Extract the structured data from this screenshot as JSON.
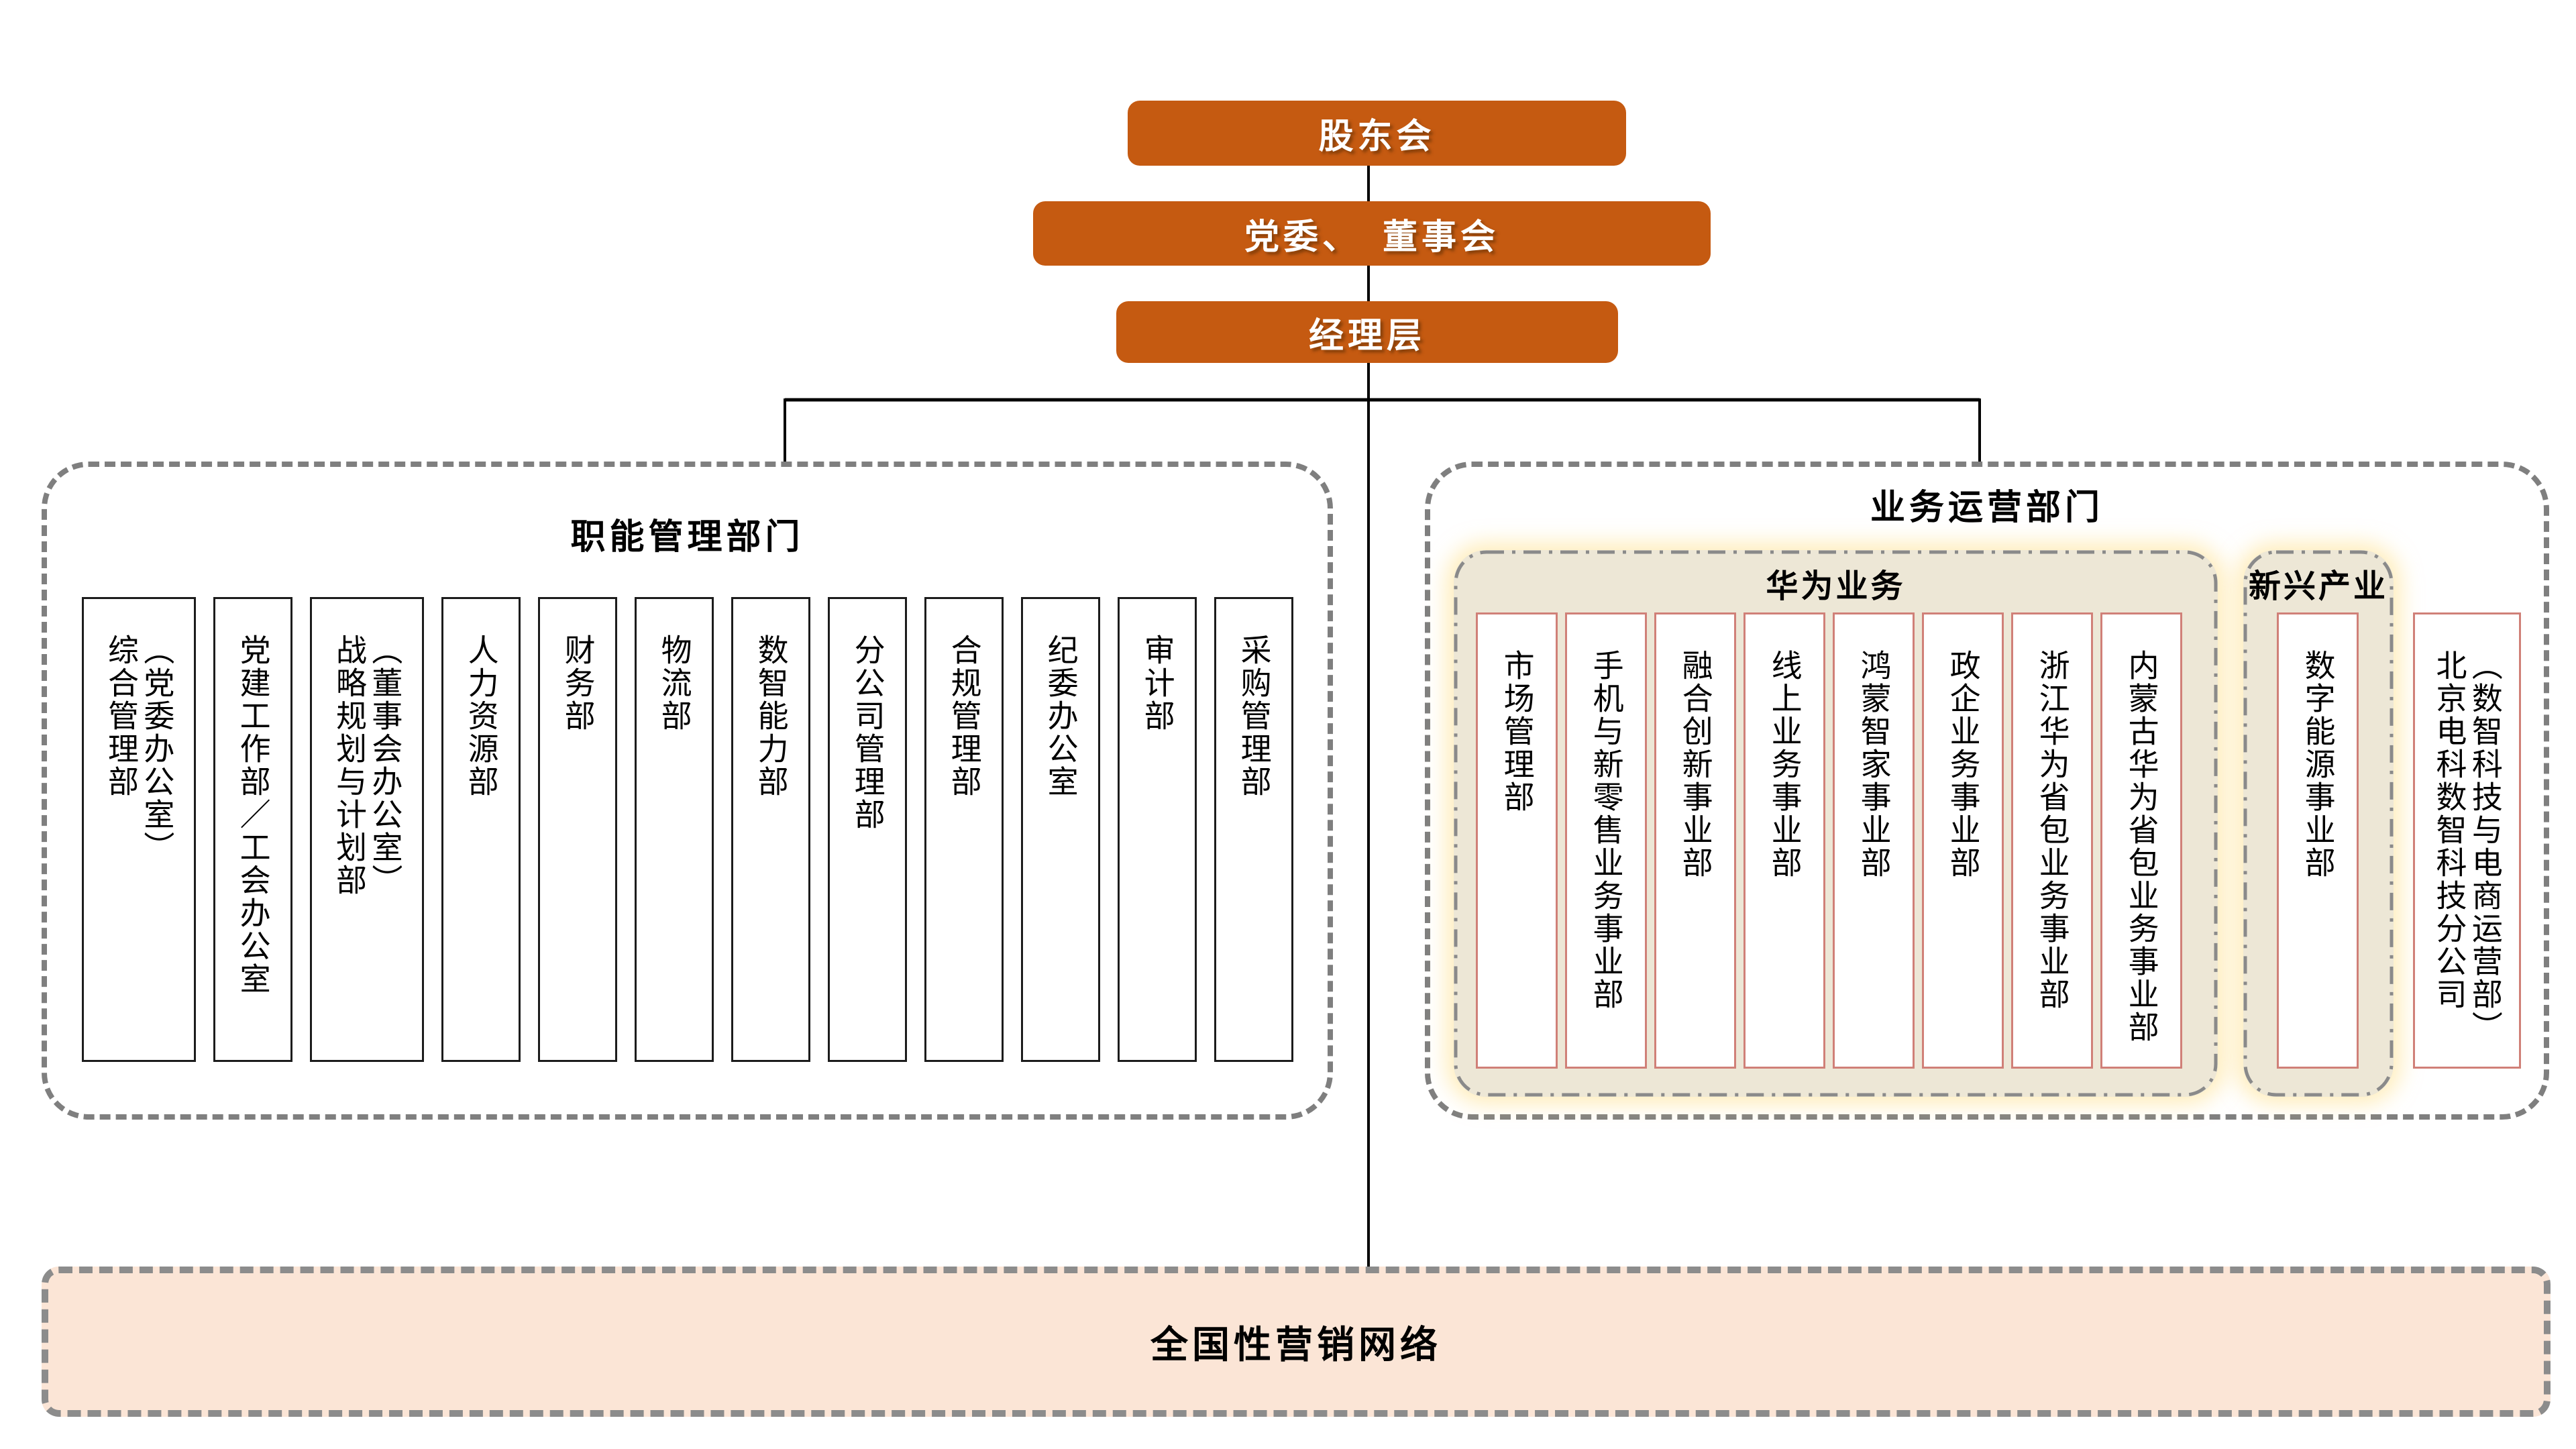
{
  "top_boxes": [
    {
      "label": "股东会"
    },
    {
      "label": "党委、　董事会"
    },
    {
      "label": "经理层"
    }
  ],
  "left_panel": {
    "title": "职能管理部门",
    "departments": [
      "综合管理部\n（党委办公室）",
      "党建工作部／工会办公室",
      "战略规划与计划部\n（董事会办公室）",
      "人力资源部",
      "财务部",
      "物流部",
      "数智能力部",
      "分公司管理部",
      "合规管理部",
      "纪委办公室",
      "审计部",
      "采购管理部"
    ]
  },
  "right_panel": {
    "title": "业务运营部门",
    "huawei_group": {
      "title": "华为业务",
      "departments": [
        "市场管理部",
        "手机与新零售业务事业部",
        "融合创新事业部",
        "线上业务事业部",
        "鸿蒙智家事业部",
        "政企业务事业部",
        "浙江华为省包业务事业部",
        "内蒙古华为省包业务事业部"
      ]
    },
    "emerging_group": {
      "title": "新兴产业",
      "departments": [
        "数字能源事业部"
      ]
    },
    "branch_company": "北京电科数智科技分公司\n（数智科技与电商运营部）"
  },
  "bottom_banner": {
    "label": "全国性营销网络"
  },
  "colors": {
    "accent_orange": "#C55A11",
    "panel_dash_gray": "#7F7F7F",
    "subpanel_beige": "#EDE7D6",
    "subpanel_glow": "#FFE08A",
    "huawei_box_border": "#D08078",
    "left_box_border": "#1C1C1C",
    "banner_peach": "#FBE5D6",
    "connector_black": "#000000"
  }
}
